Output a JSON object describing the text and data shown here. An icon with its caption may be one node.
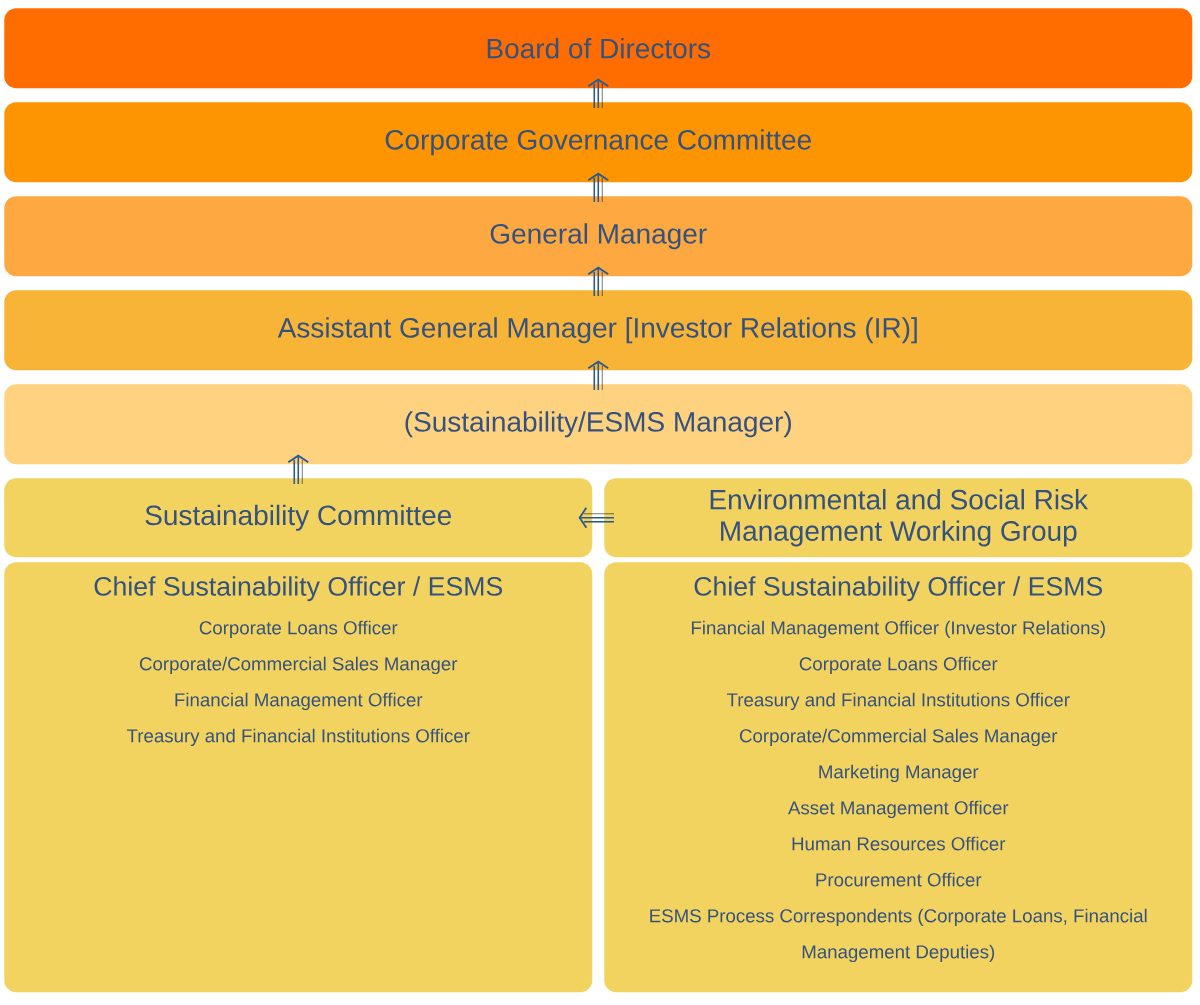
{
  "diagram": {
    "nodes": [
      {
        "text": [
          "Board of Directors"
        ]
      },
      {
        "text": [
          "Corporate Governance Committee"
        ]
      },
      {
        "text": [
          "General Manager"
        ]
      },
      {
        "text": [
          "Assistant General Manager [Investor Relations (IR)]"
        ]
      },
      {
        "text": [
          "(Sustainability/ESMS Manager)"
        ]
      },
      {
        "text": [
          "Sustainability Committee"
        ]
      },
      {
        "text": [
          "Environmental and Social Risk Management Working Group"
        ]
      },
      {
        "text": [
          "Chief Sustainability Officer / ESMS",
          "Corporate Loans Officer",
          "Corporate/Commercial Sales Manager",
          "Financial Management Officer",
          "Treasury and Financial Institutions Officer"
        ]
      },
      {
        "text": [
          "Chief Sustainability Officer / ESMS",
          "Financial Management Officer (Investor Relations)",
          "Corporate Loans Officer",
          "Treasury and Financial Institutions Officer",
          "Corporate/Commercial Sales Manager",
          "Marketing Manager",
          "Asset Management Officer",
          "Human Resources Officer",
          "Procurement Officer",
          "ESMS Process Correspondents (Corporate Loans, Financial Management Deputies)"
        ]
      }
    ],
    "edges": [
      {
        "from": 1,
        "to": 0,
        "arrow": "to"
      },
      {
        "from": 2,
        "to": 1,
        "arrow": "to"
      },
      {
        "from": 3,
        "to": 2,
        "arrow": "to"
      },
      {
        "from": 4,
        "to": 3,
        "arrow": "to"
      },
      {
        "from": 5,
        "to": 4,
        "arrow": "to"
      },
      {
        "from": 6,
        "to": 5,
        "arrow": "to"
      }
    ]
  }
}
